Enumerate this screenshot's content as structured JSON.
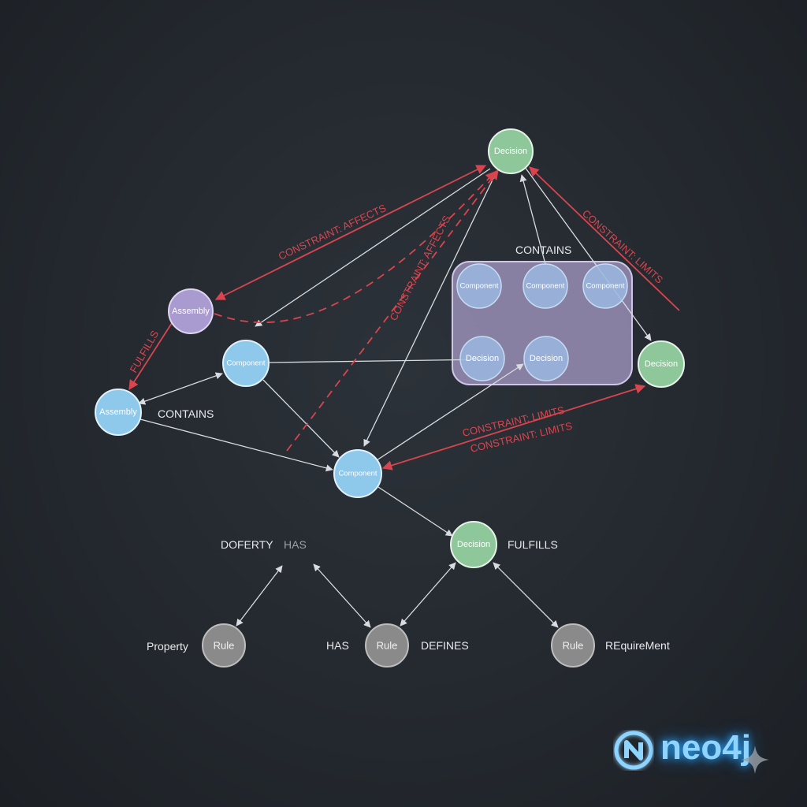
{
  "nodes": [
    {
      "id": "decision_top",
      "label": "Decision",
      "type": "decision"
    },
    {
      "id": "assembly_1",
      "label": "Assembly",
      "type": "assembly"
    },
    {
      "id": "component_1",
      "label": "Component",
      "type": "component"
    },
    {
      "id": "assembly_2",
      "label": "Assembly",
      "type": "component"
    },
    {
      "id": "component_center",
      "label": "Component",
      "type": "component"
    },
    {
      "id": "decision_right",
      "label": "Decision",
      "type": "decision"
    },
    {
      "id": "group_c1",
      "label": "Component",
      "type": "group"
    },
    {
      "id": "group_c2",
      "label": "Component",
      "type": "group"
    },
    {
      "id": "group_c3",
      "label": "Component",
      "type": "group"
    },
    {
      "id": "group_d1",
      "label": "Decision",
      "type": "group"
    },
    {
      "id": "group_d2",
      "label": "Decision",
      "type": "group"
    },
    {
      "id": "decision_bottom",
      "label": "Decision",
      "type": "decision"
    },
    {
      "id": "rule_1",
      "label": "Rule",
      "type": "rule"
    },
    {
      "id": "rule_2",
      "label": "Rule",
      "type": "rule"
    },
    {
      "id": "rule_3",
      "label": "Rule",
      "type": "rule"
    }
  ],
  "relationship_labels": {
    "constraint_affects_1": "CONSTRAINT: AFFECTS",
    "constraint_affects_2": "CONSTRAINT: AFFECTS",
    "constraint_limits_1": "CONSTRAINT: LIMITS",
    "constraint_limits_2": "CONSTRAINT: LIMITS",
    "constraint_limits_3": "CONSTRAINT: LIMITS",
    "contains_top": "CONTAINS",
    "contains_left": "CONTAINS",
    "fulfills_left": "FULFILLS",
    "fulfills_bottom": "FULFILLS",
    "doferty": "DOFERTY",
    "has_1": "HAS",
    "has_2": "HAS",
    "defines": "DEFINES",
    "property": "Property",
    "requirement": "REquireMent"
  },
  "logo": {
    "text": "neo4j",
    "mark": "N"
  },
  "colors": {
    "decision": "#8dc79a",
    "assembly": "#a99ad0",
    "component": "#8ec8ea",
    "rule": "#8a8a8a",
    "constraint": "#d9454e",
    "edge": "#d8dce0",
    "group_fill": "#a89cc8"
  }
}
